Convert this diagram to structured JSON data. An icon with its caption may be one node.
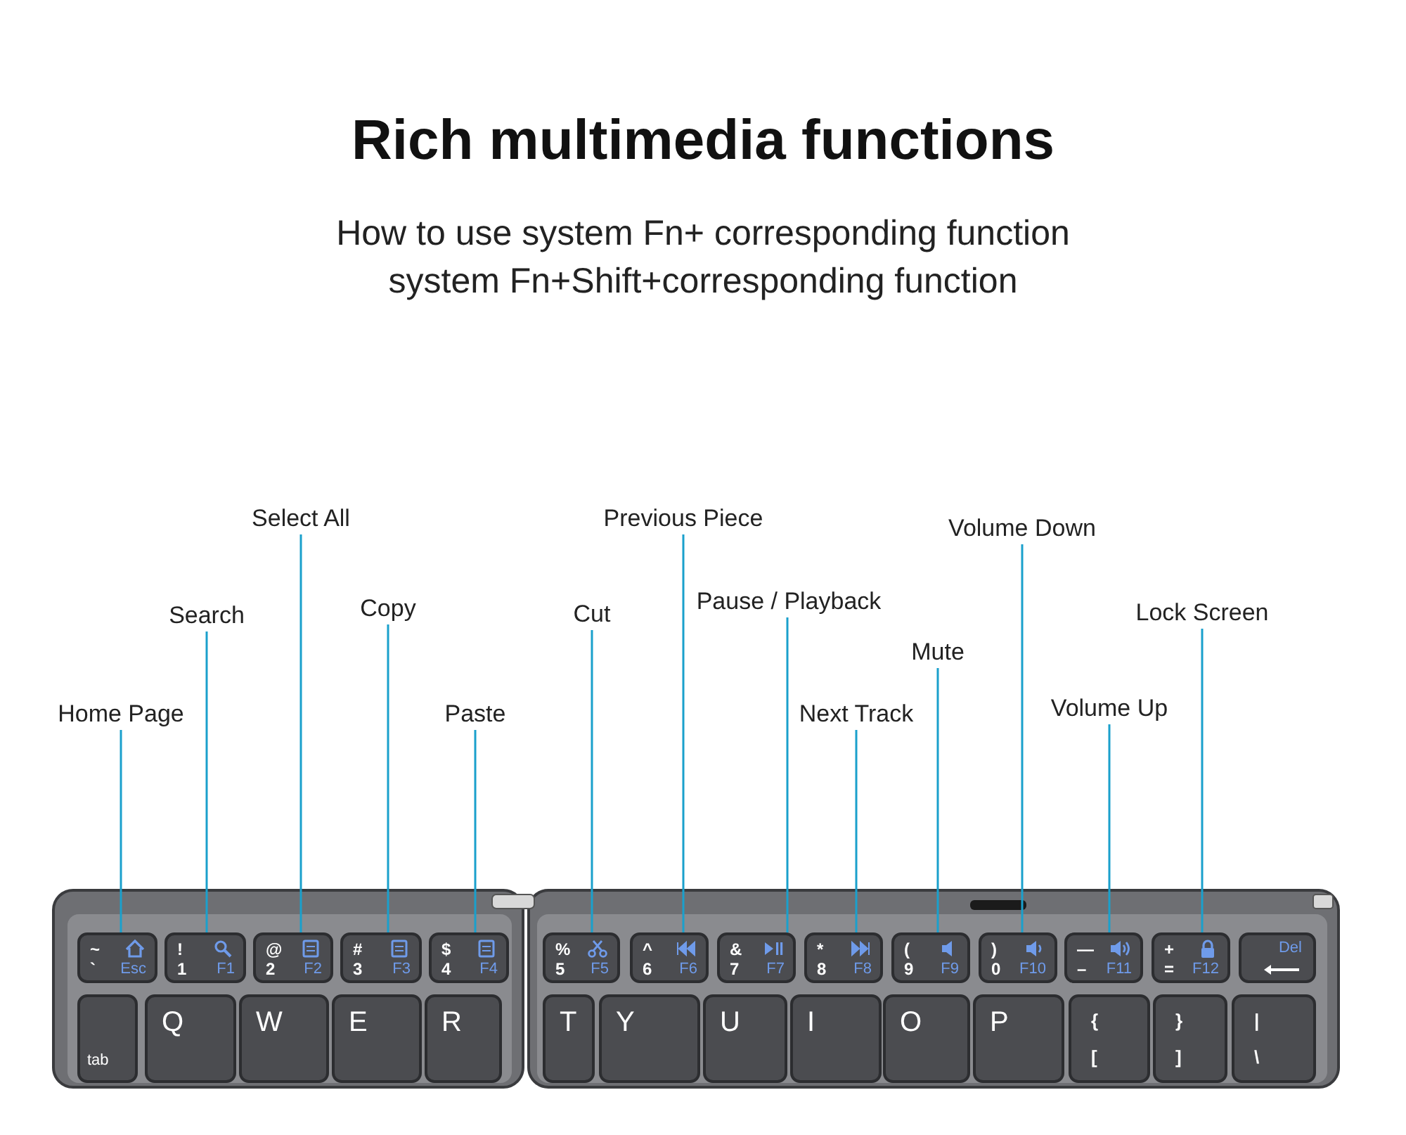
{
  "diagram": {
    "title": "Rich multimedia functions",
    "nodes": [
      {
        "text": [
          "Home Page"
        ]
      },
      {
        "text": [
          "Search"
        ]
      },
      {
        "text": [
          "Select All"
        ]
      },
      {
        "text": [
          "Copy"
        ]
      },
      {
        "text": [
          "Paste"
        ]
      },
      {
        "text": [
          "Cut"
        ]
      },
      {
        "text": [
          "Previous Piece"
        ]
      },
      {
        "text": [
          "Pause / Playback"
        ]
      },
      {
        "text": [
          "Next Track"
        ]
      },
      {
        "text": [
          "Mute"
        ]
      },
      {
        "text": [
          "Volume Down"
        ]
      },
      {
        "text": [
          "Volume Up"
        ]
      },
      {
        "text": [
          "Lock Screen"
        ]
      },
      {
        "text": [
          "~",
          "`",
          "Esc"
        ]
      },
      {
        "text": [
          "!",
          "1",
          "F1"
        ]
      },
      {
        "text": [
          "@",
          "2",
          "F2"
        ]
      },
      {
        "text": [
          "#",
          "3",
          "F3"
        ]
      },
      {
        "text": [
          "$",
          "4",
          "F4"
        ]
      },
      {
        "text": [
          "%",
          "5",
          "F5"
        ]
      },
      {
        "text": [
          "^",
          "6",
          "F6"
        ]
      },
      {
        "text": [
          "&",
          "7",
          "F7"
        ]
      },
      {
        "text": [
          "*",
          "8",
          "F8"
        ]
      },
      {
        "text": [
          "(",
          "9",
          "F9"
        ]
      },
      {
        "text": [
          ")",
          "0",
          "F10"
        ]
      },
      {
        "text": [
          "—",
          "–",
          "F11"
        ]
      },
      {
        "text": [
          "+",
          "=",
          "F12"
        ]
      },
      {
        "text": [
          "Del"
        ]
      },
      {
        "text": [
          "tab"
        ]
      },
      {
        "text": [
          "Q"
        ]
      },
      {
        "text": [
          "W"
        ]
      },
      {
        "text": [
          "E"
        ]
      },
      {
        "text": [
          "R"
        ]
      },
      {
        "text": [
          "T"
        ]
      },
      {
        "text": [
          "Y"
        ]
      },
      {
        "text": [
          "U"
        ]
      },
      {
        "text": [
          "I"
        ]
      },
      {
        "text": [
          "O"
        ]
      },
      {
        "text": [
          "P"
        ]
      },
      {
        "text": [
          "{",
          "["
        ]
      },
      {
        "text": [
          "}",
          "]"
        ]
      },
      {
        "text": [
          "|",
          "\\"
        ]
      }
    ],
    "edges": [
      {
        "from": 0,
        "to": 13,
        "arrow": "none"
      },
      {
        "from": 1,
        "to": 14,
        "arrow": "none"
      },
      {
        "from": 2,
        "to": 15,
        "arrow": "none"
      },
      {
        "from": 3,
        "to": 16,
        "arrow": "none"
      },
      {
        "from": 4,
        "to": 17,
        "arrow": "none"
      },
      {
        "from": 5,
        "to": 18,
        "arrow": "none"
      },
      {
        "from": 6,
        "to": 19,
        "arrow": "none"
      },
      {
        "from": 7,
        "to": 20,
        "arrow": "none"
      },
      {
        "from": 8,
        "to": 21,
        "arrow": "none"
      },
      {
        "from": 9,
        "to": 22,
        "arrow": "none"
      },
      {
        "from": 10,
        "to": 23,
        "arrow": "none"
      },
      {
        "from": 11,
        "to": 24,
        "arrow": "none"
      },
      {
        "from": 12,
        "to": 25,
        "arrow": "none"
      }
    ],
    "labels": [
      "How to use system Fn+ corresponding function",
      "system Fn+Shift+corresponding function"
    ]
  }
}
